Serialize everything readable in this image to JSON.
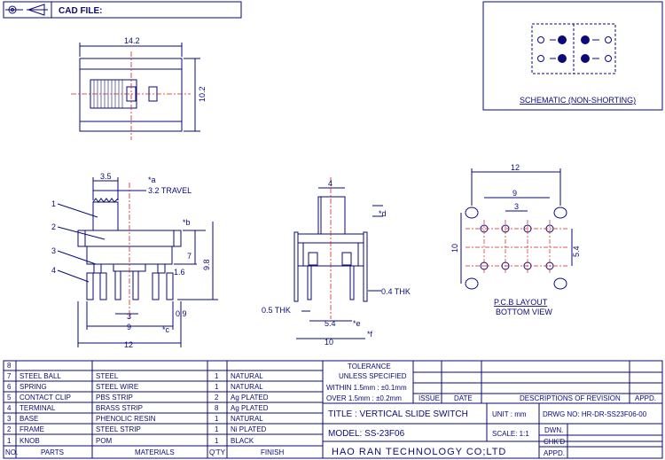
{
  "header": {
    "cad_file_label": "CAD FILE:"
  },
  "schematic": {
    "label": "SCHEMATIC (NON-SHORTING)"
  },
  "top_view": {
    "width_dim": "14.2",
    "height_dim": "10.2"
  },
  "front_view": {
    "dim_3_5": "3.5",
    "dim_a": "*a",
    "travel": "3.2 TRAVEL",
    "dim_b": "*b",
    "dim_7": "7",
    "dim_9_8": "9.8",
    "dim_1_6": "1.6",
    "dim_3": "3",
    "dim_0_9": "0.9",
    "dim_9": "9",
    "dim_c": "*c",
    "dim_12": "12",
    "callouts": [
      "1",
      "2",
      "3",
      "4"
    ]
  },
  "side_view": {
    "dim_4": "4",
    "dim_d": "*d",
    "dim_0_4": "0.4 THK",
    "dim_0_5": "0.5 THK",
    "dim_5_4": "5.4",
    "dim_e": "*e",
    "dim_10": "10",
    "dim_f": "*f"
  },
  "pcb": {
    "dim_12": "12",
    "dim_9": "9",
    "dim_3": "3",
    "dim_10": "10",
    "dim_5_4": "5.4",
    "label_1": "P.C.B LAYOUT",
    "label_2": "BOTTOM VIEW"
  },
  "bom": {
    "rows": [
      {
        "no": "8",
        "part": "",
        "material": "",
        "qty": "",
        "finish": ""
      },
      {
        "no": "7",
        "part": "STEEL BALL",
        "material": "STEEL",
        "qty": "1",
        "finish": "NATURAL"
      },
      {
        "no": "6",
        "part": "SPRING",
        "material": "STEEL WIRE",
        "qty": "1",
        "finish": "NATURAL"
      },
      {
        "no": "5",
        "part": "CONTACT CLIP",
        "material": "PBS STRIP",
        "qty": "2",
        "finish": "Ag PLATED"
      },
      {
        "no": "4",
        "part": "TERMINAL",
        "material": "BRASS STRIP",
        "qty": "8",
        "finish": "Ag PLATED"
      },
      {
        "no": "3",
        "part": "BASE",
        "material": "PHENOLIC RESIN",
        "qty": "1",
        "finish": "NATURAL"
      },
      {
        "no": "2",
        "part": "FRAME",
        "material": "STEEL STRIP",
        "qty": "1",
        "finish": "Ni PLATED"
      },
      {
        "no": "1",
        "part": "KNOB",
        "material": "POM",
        "qty": "1",
        "finish": "BLACK"
      }
    ],
    "headers": {
      "no": "NO.",
      "part": "PARTS",
      "material": "MATERIALS",
      "qty": "Q'TY",
      "finish": "FINISH"
    }
  },
  "title_block": {
    "tolerance": "TOLERANCE",
    "unless": "UNLESS   SPECIFIED",
    "within": "WITHIN 1.5mm : ±0.1mm",
    "over": "OVER 1.5mm : ±0.2mm",
    "issue": "ISSUE",
    "date": "DATE",
    "descriptions": "DESCRIPTIONS OF REVISION",
    "appd": "APPD.",
    "title": "TITLE :  VERTICAL SLIDE SWITCH",
    "unit": "UNIT :  mm",
    "drwg": "DRWG NO:  HR-DR-SS23F06-00",
    "model": "MODEL:   SS-23F06",
    "scale": "SCALE:   1:1",
    "dwn": "DWN.",
    "chkd": "CHK'D",
    "appd2": "APPD.",
    "company": "HAO RAN TECHNOLOGY CO;LTD"
  }
}
